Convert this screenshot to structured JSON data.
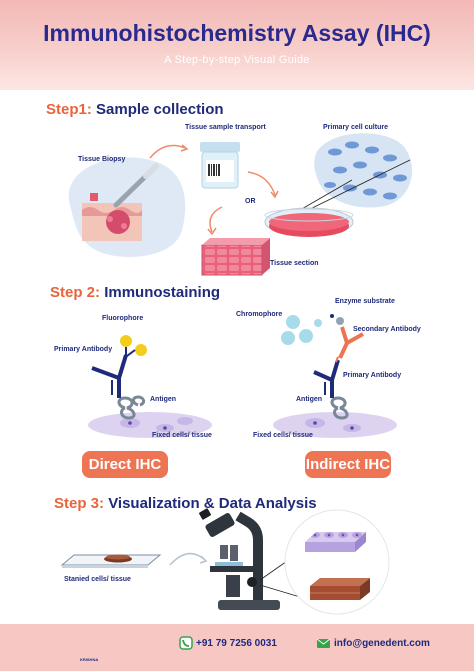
{
  "header": {
    "title": "Immunohistochemistry Assay (IHC)",
    "subtitle": "A Step-by-step Visual Guide"
  },
  "step1": {
    "num": "Step1:",
    "title": "Sample collection",
    "labels": {
      "biopsy": "Tissue Biopsy",
      "transport": "Tissue sample transport",
      "culture": "Primary cell culture",
      "or": "OR",
      "section": "Tissue section"
    }
  },
  "step2": {
    "num": "Step 2:",
    "title": "Immunostaining",
    "labels": {
      "fluorophore": "Fluorophore",
      "primary_left": "Primary Antibody",
      "antigen_left": "Antigen",
      "fixed_left": "Fixed cells/ tissue",
      "chromophore": "Chromophore",
      "enzyme": "Enzyme substrate",
      "secondary": "Secondary Antibody",
      "primary_right": "Primary Antibody",
      "antigen_right": "Antigen",
      "fixed_right": "Fixed cells/ tissue"
    },
    "buttons": {
      "direct": "Direct IHC",
      "indirect": "Indirect IHC"
    }
  },
  "step3": {
    "num": "Step 3:",
    "title": "Visualization & Data Analysis",
    "labels": {
      "stained": "Stanied cells/ tissue"
    }
  },
  "footer": {
    "phone": "+91 79 7256 0031",
    "email": "info@genedent.com",
    "logo_text": "KRISHNA"
  },
  "colors": {
    "title": "#2a2a8e",
    "accent": "#ee7553",
    "navy": "#1f2a7a",
    "phone_icon": "#37a34a",
    "email_icon": "#37a34a"
  }
}
